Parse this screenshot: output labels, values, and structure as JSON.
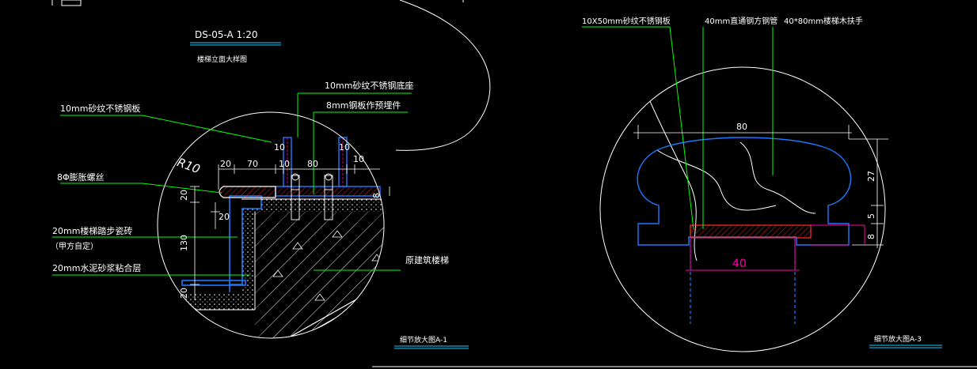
{
  "colors": {
    "background": "#000000",
    "line_white": "#ffffff",
    "leader_green": "#00ff00",
    "fill_blue": "#1e78ff",
    "dim_magenta": "#ff00aa",
    "hatch_red": "#ff2a2a",
    "underline_cyan": "#19c8ff"
  },
  "left": {
    "header_code": "DS-05-A 1:20",
    "header_title": "楼梯立面大样图",
    "labels": {
      "top_plate": "10mm砂纹不锈钢底座",
      "embed": "8mm钢板作预埋件",
      "side_plate": "10mm砂纹不锈钢板",
      "bolt": "8Φ膨胀螺丝",
      "tile": "20mm楼梯踏步瓷砖",
      "tile_note": "（甲方自定）",
      "mortar": "20mm水泥砂浆粘合层",
      "structure": "原建筑楼梯"
    },
    "dims": {
      "d20": "20",
      "d70": "70",
      "d10a": "10",
      "d80": "80",
      "d10b": "10",
      "d10c": "10",
      "d10d": "10",
      "d8": "8",
      "v20a": "20",
      "v130": "130",
      "v20b": "20",
      "v20c": "20",
      "radius": "R10"
    },
    "caption": "细节放大图A-1"
  },
  "right": {
    "labels": {
      "plate": "10X50mm砂纹不锈钢板",
      "square_tube": "40mm直通钢方钢管",
      "handrail": "40*80mm楼梯木扶手"
    },
    "dims": {
      "d80": "80",
      "d27": "27",
      "d5": "5",
      "d8": "8",
      "d40": "40"
    },
    "caption": "细节放大图A-3"
  }
}
